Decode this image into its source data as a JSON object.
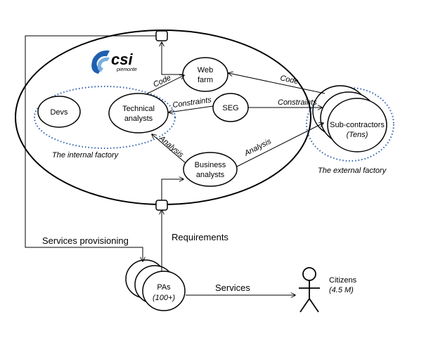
{
  "logo": {
    "name": "csi",
    "sub": "piemonte",
    "color": "#1f5fb0"
  },
  "nodes": {
    "web_farm": [
      "Web",
      "farm"
    ],
    "seg": "SEG",
    "devs": "Devs",
    "technical_analysts": [
      "Technical",
      "analysts"
    ],
    "business_analysts": [
      "Business",
      "analysts"
    ],
    "subcontractors": [
      "Sub-contractors",
      "(Tens)"
    ],
    "pas": [
      "PAs",
      "(100+)"
    ],
    "citizens": [
      "Citizens",
      "(4.5 M)"
    ]
  },
  "groups": {
    "internal_factory": "The internal factory",
    "external_factory": "The external factory"
  },
  "edges": {
    "code_internal": "Code",
    "code_external": "Code",
    "constraints_internal": "Constraints",
    "constraints_external": "Constraints",
    "analysis_internal": "Analysis",
    "analysis_external": "Analysis",
    "requirements": "Requirements",
    "services_provisioning": "Services provisioning",
    "services": "Services"
  },
  "colors": {
    "dotted_group": "#2e5fa8",
    "line": "#000000"
  }
}
